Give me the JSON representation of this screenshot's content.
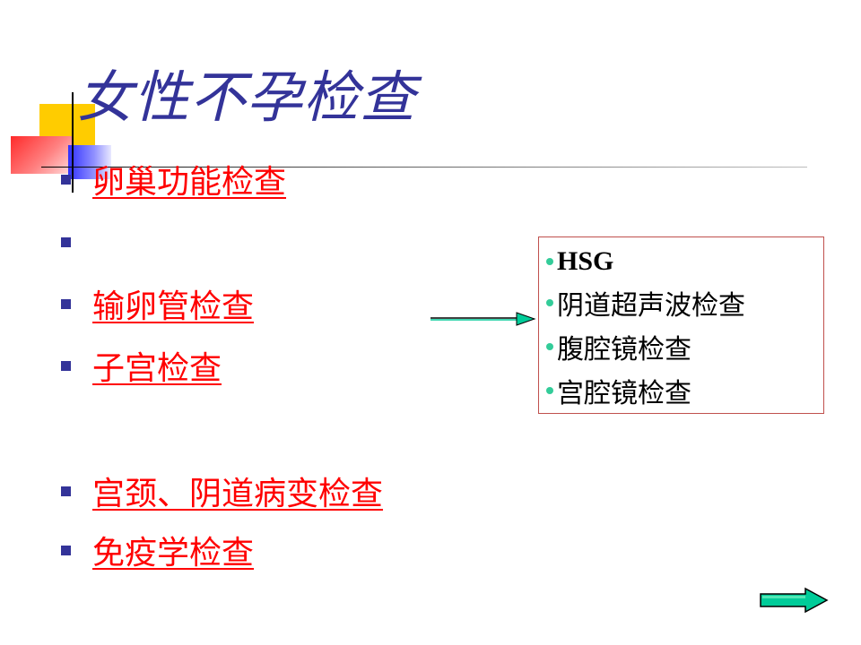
{
  "slide": {
    "title": "女性不孕检查",
    "items": [
      {
        "label": "卵巢功能检查"
      },
      {
        "label": ""
      },
      {
        "label": "输卵管检查"
      },
      {
        "label": "子宫检查"
      },
      {
        "label": "宫颈、阴道病变检查"
      },
      {
        "label": "免疫学检查"
      }
    ],
    "callout": {
      "items": [
        "HSG",
        "阴道超声波检查",
        "腹腔镜检查",
        "宫腔镜检查"
      ]
    }
  },
  "colors": {
    "title": "#333399",
    "bullet": "#333399",
    "link": "#ff0000",
    "callout_border": "#c0504d",
    "callout_dot": "#33cc99",
    "arrow_fill": "#00cc99"
  },
  "icons": {
    "connector": "right-arrow-icon",
    "next": "next-slide-arrow-icon"
  }
}
